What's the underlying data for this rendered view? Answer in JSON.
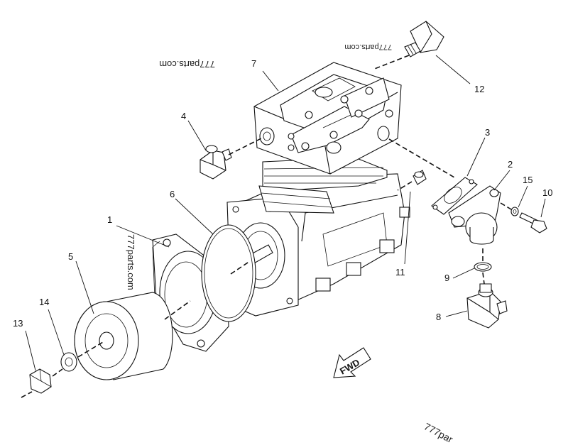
{
  "labels": [
    "1",
    "2",
    "3",
    "4",
    "5",
    "6",
    "7",
    "8",
    "9",
    "10",
    "11",
    "12",
    "13",
    "14",
    "15"
  ],
  "watermarks": [
    "777parts.com",
    "777parts.com",
    "777parts.com",
    "777par"
  ],
  "fwd_label": "FWD"
}
